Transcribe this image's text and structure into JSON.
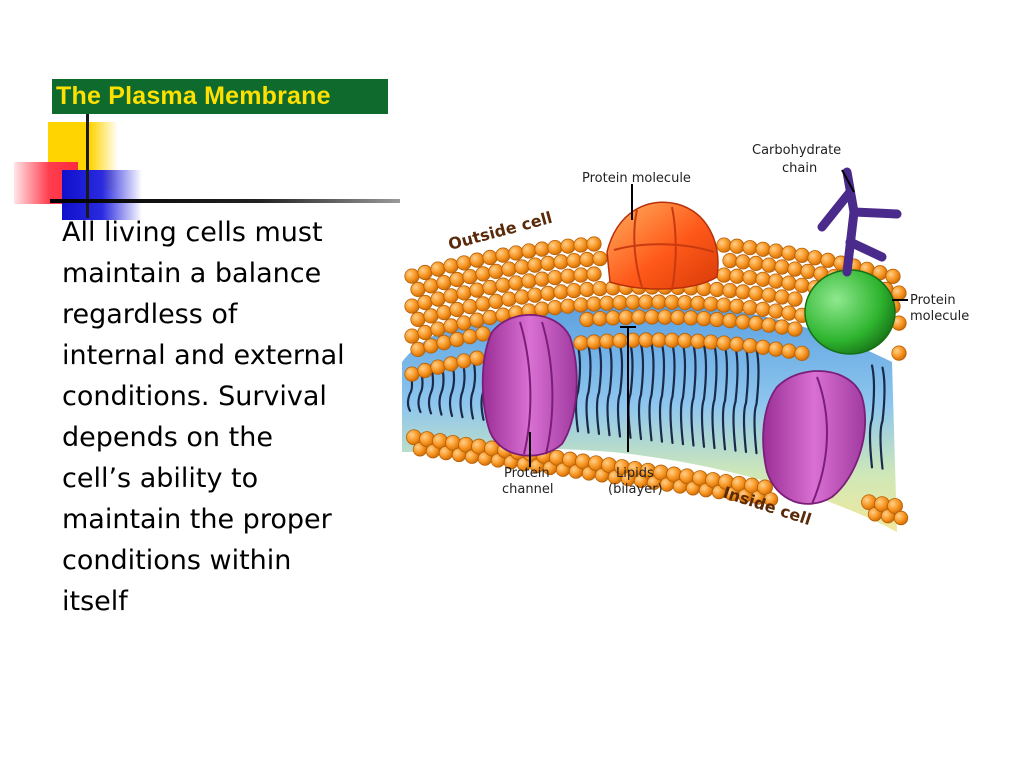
{
  "slide": {
    "title": "The Plasma Membrane",
    "body": "All living cells must\nmaintain a balance\nregardless of\ninternal and external\nconditions.  Survival\ndepends on the\ncell’s ability to\nmaintain the proper\nconditions within\nitself"
  },
  "diagram": {
    "labels": {
      "carbohydrate_line1": "Carbohydrate",
      "carbohydrate_line2": "chain",
      "protein_molecule_top": "Protein molecule",
      "protein_molecule_right_line1": "Protein",
      "protein_molecule_right_line2": "molecule",
      "outside_cell": "Outside cell",
      "inside_cell": "Inside cell",
      "protein_channel_line1": "Protein",
      "protein_channel_line2": "channel",
      "lipids_line1": "Lipids",
      "lipids_line2": "(bilayer)"
    },
    "colors": {
      "title_bg": "#0f6a2e",
      "title_text": "#ffe000",
      "lipid_head": "#f7931e",
      "channel_protein": "#c04fb8",
      "top_protein": "#ff5a1a",
      "right_protein": "#2fb52f",
      "carbohydrate": "#4a2a8a"
    }
  }
}
